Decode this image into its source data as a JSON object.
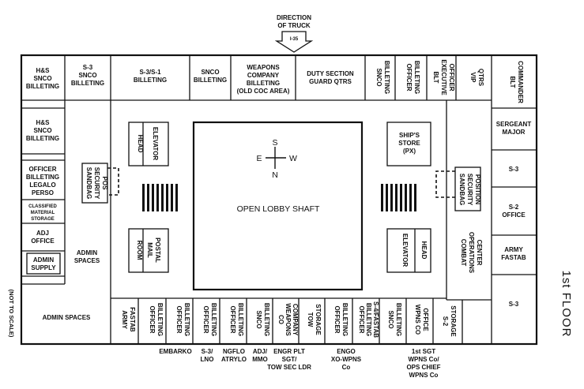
{
  "header": {
    "direction_line1": "DIRECTION",
    "direction_line2": "OF TRUCK",
    "arrow_tag": "I-35"
  },
  "floor_label": "1st FLOOR",
  "scale_note": "(NOT TO SCALE)",
  "center": {
    "lobby": "OPEN LOBBY SHAFT"
  },
  "compass": {
    "n": "N",
    "s": "S",
    "e": "E",
    "w": "W"
  },
  "top_rooms": {
    "hs_snco_1": [
      "H&S",
      "SNCO",
      "BILLETING"
    ],
    "s3_snco": [
      "S-3",
      "SNCO",
      "BILLETING"
    ],
    "s3_s1": [
      "S-3/S-1",
      "BILLETING"
    ],
    "snco": [
      "SNCO",
      "BILLETING"
    ],
    "weapons": [
      "WEAPONS",
      "COMPANY",
      "BILLETING",
      "(OLD COC AREA)"
    ],
    "duty": [
      "DUTY SECTION",
      "GUARD QTRS"
    ],
    "snco_v": [
      "SNCO",
      "BILLETING"
    ],
    "officer_v": [
      "OFFICER",
      "BILLETING"
    ],
    "blt_exec": [
      "BLT",
      "EXECUTIVE",
      "OFFICER"
    ],
    "vip": [
      "VIP",
      "QTRS"
    ],
    "blt_cmdr": [
      "BLT",
      "COMMANDER"
    ]
  },
  "left_rooms": {
    "hs_snco_2": [
      "H&S",
      "SNCO",
      "BILLETING"
    ],
    "officer_legalo": [
      "OFFICER",
      "BILLETING",
      "LEGALO",
      "PERSO"
    ],
    "classified": [
      "CLASSIFIED",
      "MATERIAL",
      "STORAGE"
    ],
    "adj_office": [
      "ADJ",
      "OFFICE"
    ],
    "admin_supply": [
      "ADMIN",
      "SUPPLY"
    ],
    "admin_spaces_inner": [
      "ADMIN",
      "SPACES"
    ],
    "admin_spaces_bottom": "ADMIN SPACES",
    "sandbag_left": [
      "SANDBAG",
      "SECURITY",
      "POS"
    ]
  },
  "right_rooms": {
    "sergeant_major": [
      "SERGEANT",
      "MAJOR"
    ],
    "s3": "S-3",
    "s2_office": [
      "S-2",
      "OFFICE"
    ],
    "army_fastab": [
      "ARMY",
      "FASTAB"
    ],
    "s3_bottom": "S-3",
    "combat_ops": [
      "COMBAT",
      "OPERATIONS",
      "CENTER"
    ],
    "sandbag_right": [
      "SANDBAG",
      "SECURITY",
      "POSITION"
    ]
  },
  "core": {
    "elevator_left": "ELEVATOR",
    "head_left": "HEAD",
    "postal": [
      "POSTAL",
      "MAIL",
      "ROOM"
    ],
    "ships_store": [
      "SHIP'S",
      "STORE",
      "(PX)"
    ],
    "elevator_right": "ELEVATOR",
    "head_right": "HEAD"
  },
  "bottom_rooms": [
    [
      "ARMY",
      "FASTAB"
    ],
    [
      "OFFICER",
      "BILLETING"
    ],
    [
      "OFFICER",
      "BILLETING"
    ],
    [
      "OFFICER",
      "BILLETING"
    ],
    [
      "OFFICER",
      "BILLETING"
    ],
    [
      "SNCO",
      "BILLETING"
    ],
    [
      "CO",
      "WEAPONS",
      "COMPANY"
    ],
    [
      "TOW",
      "STORAGE"
    ],
    [
      "OFFICER",
      "BILLETING"
    ],
    [
      "OFFICER",
      "BILLETING",
      "S-4/FASTAB"
    ],
    [
      "SNCO",
      "BILLETING"
    ],
    [
      "WPNS CO",
      "OFFICE"
    ],
    [
      "S-2",
      "STORAGE"
    ]
  ],
  "bottom_notes": [
    [
      "EMBARKO"
    ],
    [
      "S-3/",
      "LNO"
    ],
    [
      "NGFLO",
      "ATRYLO"
    ],
    [
      "ADJ/",
      "MMO"
    ],
    [
      "ENGR PLT",
      "SGT/",
      "TOW SEC LDR"
    ],
    [
      "ENGO",
      "XO-WPNS",
      "Co"
    ],
    [
      "1st SGT",
      "WPNS Co/",
      "OPS CHIEF",
      "WPNS Co"
    ]
  ]
}
